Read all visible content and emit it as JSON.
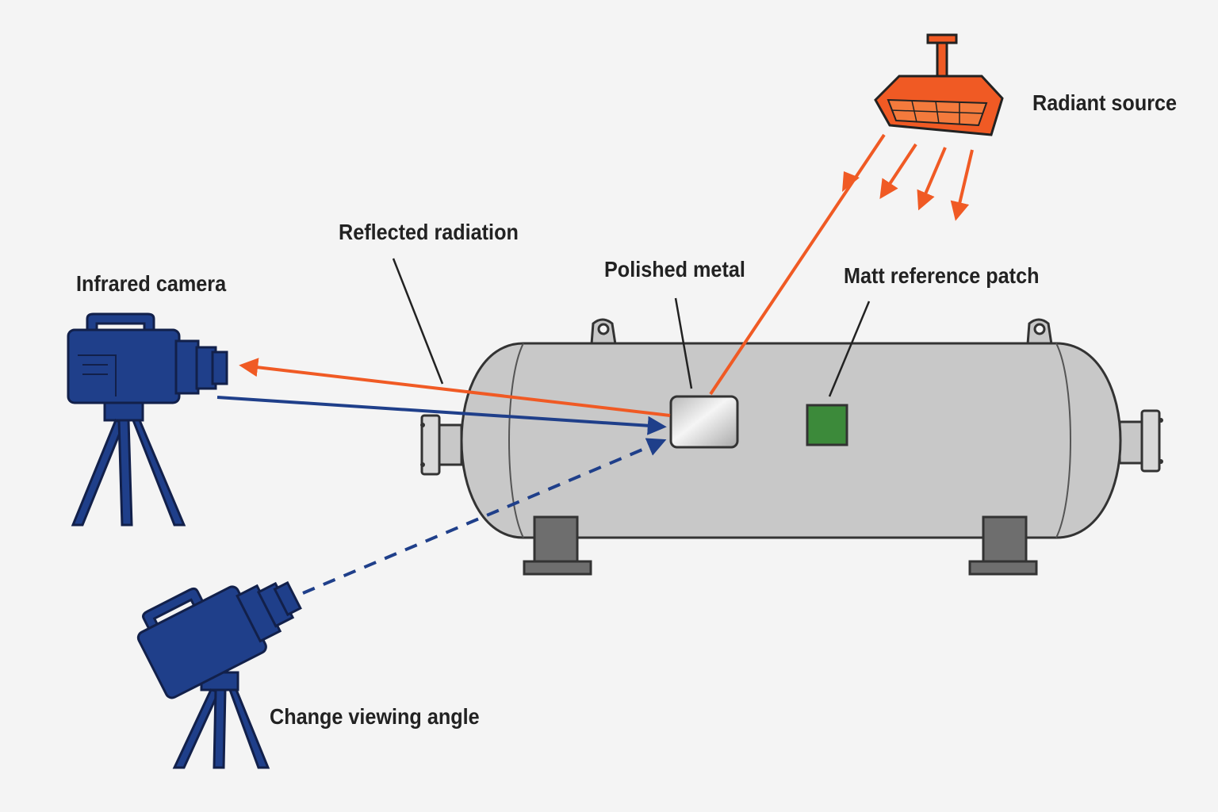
{
  "labels": {
    "radiant_source": "Radiant source",
    "reflected_radiation": "Reflected radiation",
    "infrared_camera": "Infrared camera",
    "polished_metal": "Polished metal",
    "matt_reference_patch": "Matt reference patch",
    "change_viewing_angle": "Change viewing angle"
  },
  "colors": {
    "background": "#f4f4f4",
    "radiation": "#f05a24",
    "camera": "#1f3f8a",
    "camera_dark": "#12204a",
    "tank": "#c8c8c8",
    "support": "#707070",
    "polished_patch": "#e6e6e6",
    "matt_patch": "#3c8a3a"
  },
  "icons": {
    "heater": "radiant-heater-icon",
    "camera_primary": "infrared-camera-icon",
    "camera_secondary": "infrared-camera-icon",
    "tank": "pressure-vessel-icon"
  }
}
